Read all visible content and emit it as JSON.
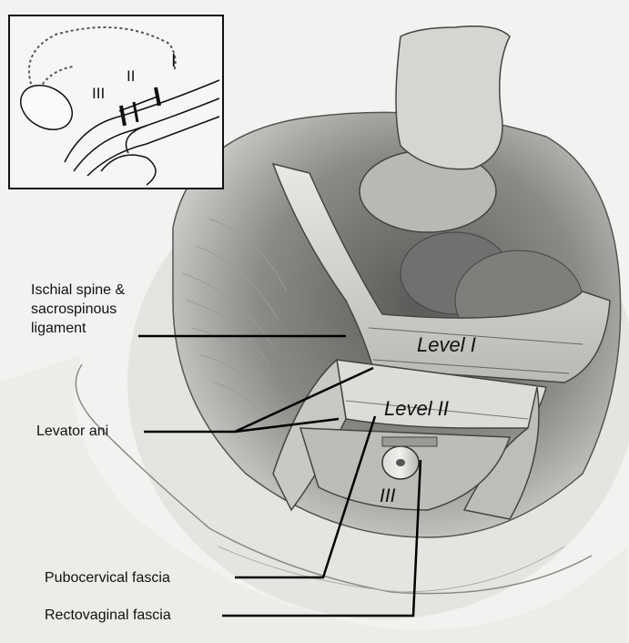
{
  "labels": {
    "ischial_line1": "Ischial spine &",
    "ischial_line2": "sacrospinous",
    "ischial_line3": "ligament",
    "levator_ani": "Levator ani",
    "pubocervical": "Pubocervical fascia",
    "rectovaginal": "Rectovaginal fascia"
  },
  "levels": {
    "level1": "Level I",
    "level2": "Level II",
    "level3": "III"
  },
  "inset": {
    "roman_1": "I",
    "roman_2": "II",
    "roman_3": "III"
  }
}
